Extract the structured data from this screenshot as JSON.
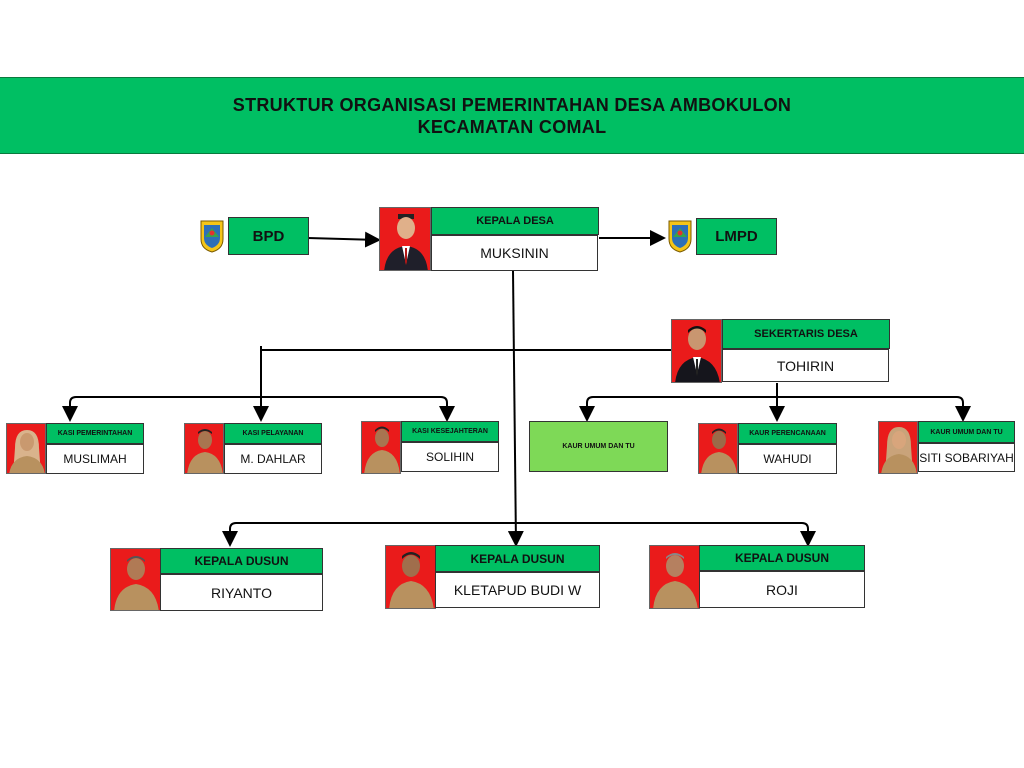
{
  "header": {
    "line1": "STRUKTUR ORGANISASI PEMERINTAHAN DESA AMBOKULON",
    "line2": "KECAMATAN COMAL"
  },
  "side_left": {
    "label": "BPD"
  },
  "side_right": {
    "label": "LMPD"
  },
  "kepala_desa": {
    "title": "KEPALA DESA",
    "name": "MUKSININ"
  },
  "sekretaris": {
    "title": "SEKERTARIS DESA",
    "name": "TOHIRIN"
  },
  "kasi": [
    {
      "title": "KASI PEMERINTAHAN",
      "name": "MUSLIMAH"
    },
    {
      "title": "KASI PELAYANAN",
      "name": "M. DAHLAR"
    },
    {
      "title": "KASI KESEJAHTERAN",
      "name": "SOLIHIN"
    }
  ],
  "kaur_empty": {
    "title": "KAUR UMUM DAN TU"
  },
  "kaur": [
    {
      "title": "KAUR PERENCANAAN",
      "name": "WAHUDI"
    },
    {
      "title": "KAUR UMUM DAN TU",
      "name": "SITI SOBARIYAH"
    }
  ],
  "dusun": [
    {
      "title": "KEPALA DUSUN",
      "name": "RIYANTO"
    },
    {
      "title": "KEPALA DUSUN",
      "name": "KLETAPUD BUDI W"
    },
    {
      "title": "KEPALA DUSUN",
      "name": "ROJI"
    }
  ],
  "colors": {
    "green": "#00bf63",
    "light_green": "#7ed957",
    "photo_bg": "#ea1b1b"
  }
}
